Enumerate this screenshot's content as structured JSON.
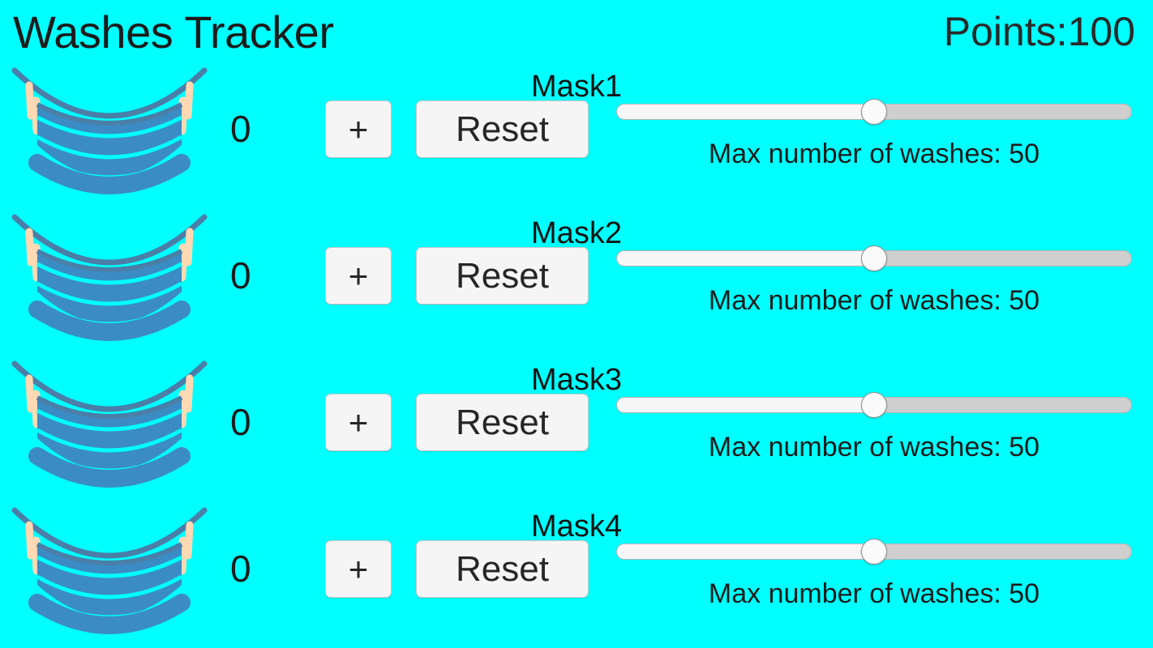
{
  "header": {
    "title": "Washes Tracker",
    "points_label": "Points:",
    "points_value": "100",
    "points_text": "Points:100"
  },
  "theme": {
    "background": "#00FFFF",
    "mask_body": "#3b8cc4",
    "mask_strap": "#4a7fa8",
    "mask_pleat_gap": "#00FFFF",
    "ear_color": "#ffd9b3",
    "button_face": "#f5f5f5",
    "button_border": "#c6c6c6",
    "slider_track": "#cfcfcf",
    "slider_fill": "#f6f6f6",
    "slider_thumb": "#fafafa",
    "text": "#1c1c1c"
  },
  "controls": {
    "increment_label": "+",
    "reset_label": "Reset",
    "slider_caption_prefix": "Max number of washes: ",
    "slider_min": 0,
    "slider_max": 100,
    "icon_names": [
      "mask-icon",
      "plus-icon"
    ]
  },
  "rows": [
    {
      "mask_label": "Mask1",
      "count": "0",
      "increment_label": "+",
      "reset_label": "Reset",
      "max_washes": "50",
      "slider_caption": "Max number of washes: 50",
      "slider_percent": 50
    },
    {
      "mask_label": "Mask2",
      "count": "0",
      "increment_label": "+",
      "reset_label": "Reset",
      "max_washes": "50",
      "slider_caption": "Max number of washes: 50",
      "slider_percent": 50
    },
    {
      "mask_label": "Mask3",
      "count": "0",
      "increment_label": "+",
      "reset_label": "Reset",
      "max_washes": "50",
      "slider_caption": "Max number of washes: 50",
      "slider_percent": 50
    },
    {
      "mask_label": "Mask4",
      "count": "0",
      "increment_label": "+",
      "reset_label": "Reset",
      "max_washes": "50",
      "slider_caption": "Max number of washes: 50",
      "slider_percent": 50
    }
  ]
}
